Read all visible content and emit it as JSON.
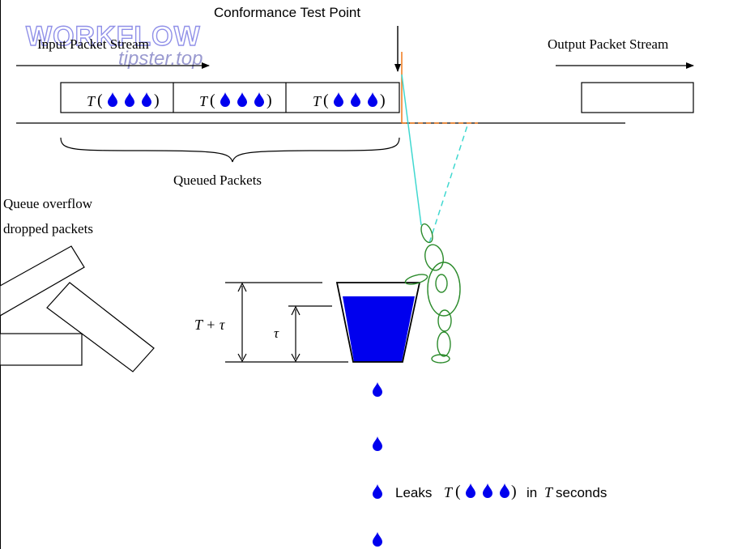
{
  "title": "Conformance Test Point",
  "input_label": "Input Packet Stream",
  "output_label": "Output Packet Stream",
  "queued_label": "Queued Packets",
  "overflow_line1": "Queue overflow",
  "overflow_line2": "dropped packets",
  "packet_symbol": "T",
  "tau_big": "T + τ",
  "tau_small": "τ",
  "leaks_prefix": "Leaks",
  "leaks_symbol": "T",
  "leaks_suffix": "in",
  "leaks_time_symbol": "T",
  "leaks_time_word": "seconds",
  "watermark_line1": "WORKFLOW",
  "watermark_line2": "tipster.top",
  "colors": {
    "water": "#0000ee",
    "laser_solid": "#40d8d0",
    "laser_dashed": "#40d8d0",
    "orange_marker": "#f07818",
    "person": "#2a8a2a",
    "watermark": "#9090e8"
  },
  "packets_in_queue": 3,
  "drops_per_packet": 3
}
